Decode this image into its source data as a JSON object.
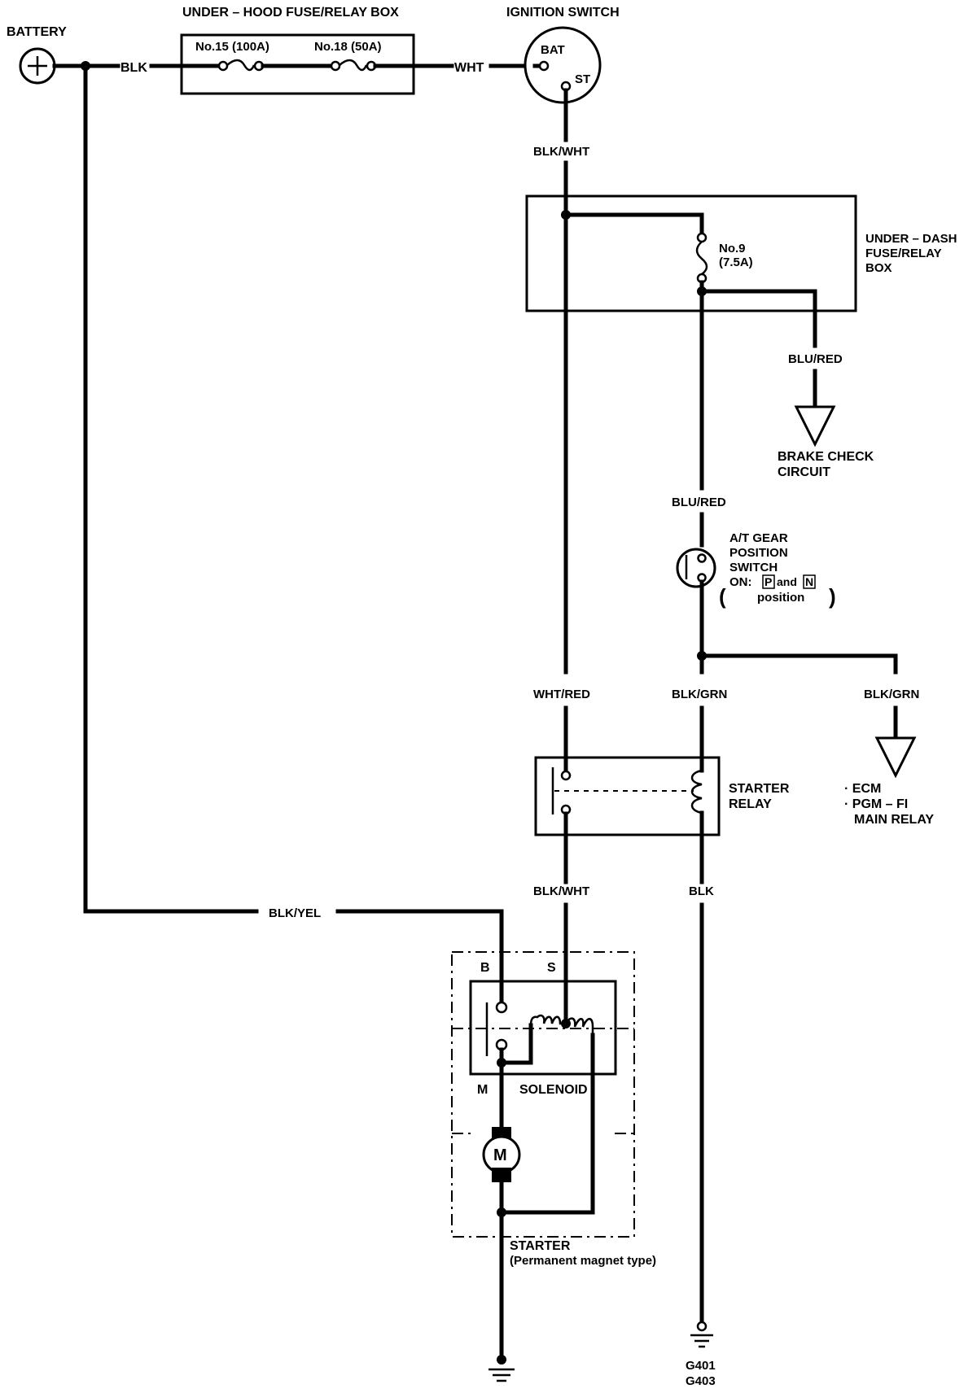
{
  "labels": {
    "battery": "BATTERY",
    "under_hood_box": "UNDER – HOOD FUSE/RELAY BOX",
    "fuse15": "No.15 (100A)",
    "fuse18": "No.18 (50A)",
    "ignition_switch": "IGNITION SWITCH",
    "bat": "BAT",
    "st": "ST",
    "wire_blk_battery": "BLK",
    "wire_wht": "WHT",
    "wire_blk_wht_top": "BLK/WHT",
    "under_dash_box": [
      "UNDER – DASH",
      "FUSE/RELAY",
      "BOX"
    ],
    "fuse9": [
      "No.9",
      "(7.5A)"
    ],
    "wire_blu_red_brake": "BLU/RED",
    "brake_check": [
      "BRAKE CHECK",
      "CIRCUIT"
    ],
    "wire_blu_red_switch": "BLU/RED",
    "gear_switch": [
      "A/T GEAR",
      "POSITION",
      "SWITCH"
    ],
    "gear_switch_on": "ON:",
    "gear_p": "P",
    "gear_and": "and",
    "gear_n": "N",
    "gear_position": "position",
    "wire_wht_red": "WHT/RED",
    "wire_blk_grn_left": "BLK/GRN",
    "wire_blk_grn_right": "BLK/GRN",
    "ecm_list": [
      "· ECM",
      "· PGM – FI",
      "MAIN RELAY"
    ],
    "starter_relay": [
      "STARTER",
      "RELAY"
    ],
    "wire_blk_wht_bottom": "BLK/WHT",
    "wire_blk": "BLK",
    "wire_blk_yel": "BLK/YEL",
    "term_b": "B",
    "term_s": "S",
    "term_m": "M",
    "solenoid": "SOLENOID",
    "motor": "M",
    "starter": "STARTER",
    "starter_type": "(Permanent magnet type)",
    "ground1": "G401",
    "ground2": "G403"
  }
}
